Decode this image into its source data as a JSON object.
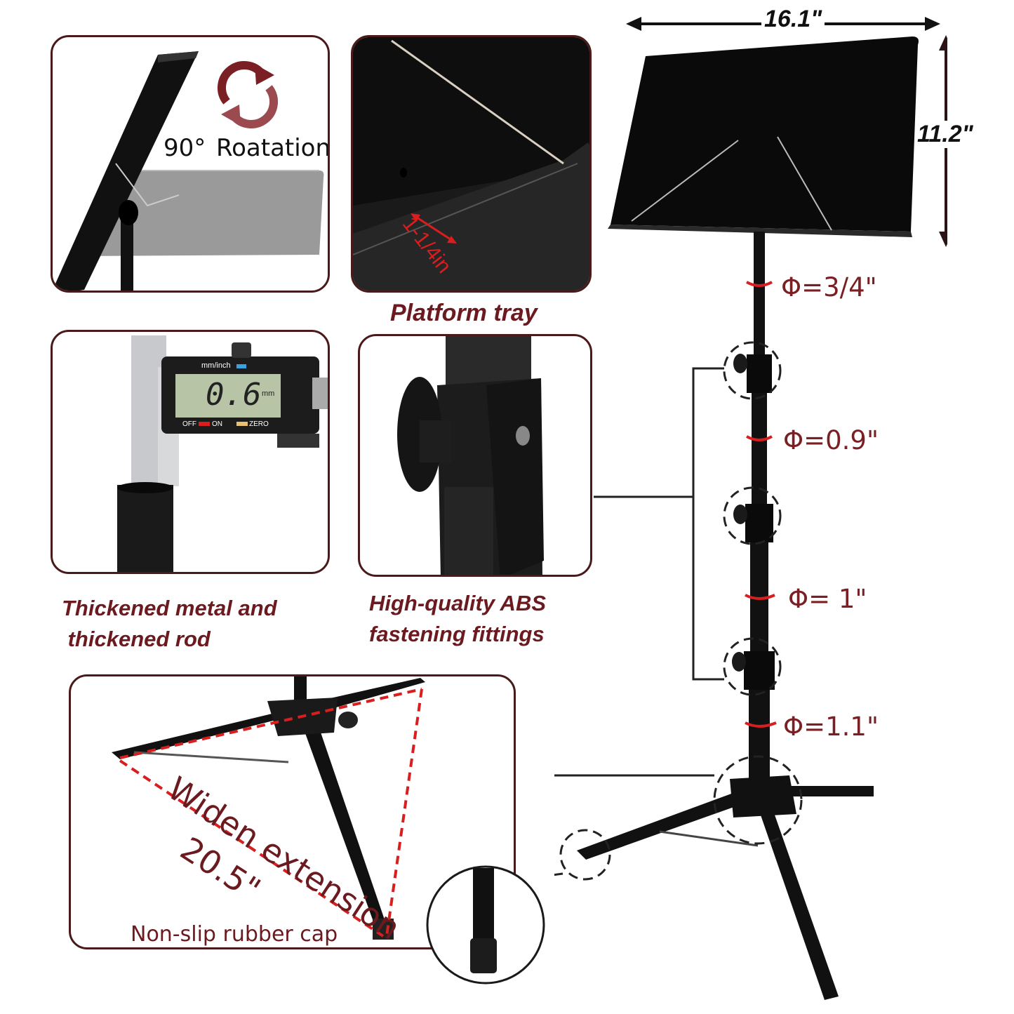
{
  "stand": {
    "width_label": "16.1\"",
    "height_label": "11.2\"",
    "diameters": [
      "Φ=3/4\"",
      "Φ=0.9\"",
      "Φ= 1\"",
      "Φ=1.1\""
    ]
  },
  "rotation_panel": {
    "angle": "90°",
    "label": "Roatation"
  },
  "tray_panel": {
    "depth_label": "1-1/4in",
    "caption": "Platform tray"
  },
  "caliper_panel": {
    "display_value": "0.6",
    "unit_top": "mm/inch",
    "unit_display": "mm",
    "btn_off": "OFF",
    "btn_on": "ON",
    "btn_zero": "ZERO",
    "caption_line1": "Thickened metal and",
    "caption_line2": " thickened rod"
  },
  "fitting_panel": {
    "caption_line1": "High-quality ABS",
    "caption_line2": "fastening fittings"
  },
  "base_panel": {
    "widen_label": "Widen extension",
    "span_label": "20.5\"",
    "cap_label": "Non-slip rubber cap"
  },
  "colors": {
    "accent_red": "#7a1f24",
    "panel_border": "#4a1a1a",
    "dashed_red": "#d81e1e"
  }
}
